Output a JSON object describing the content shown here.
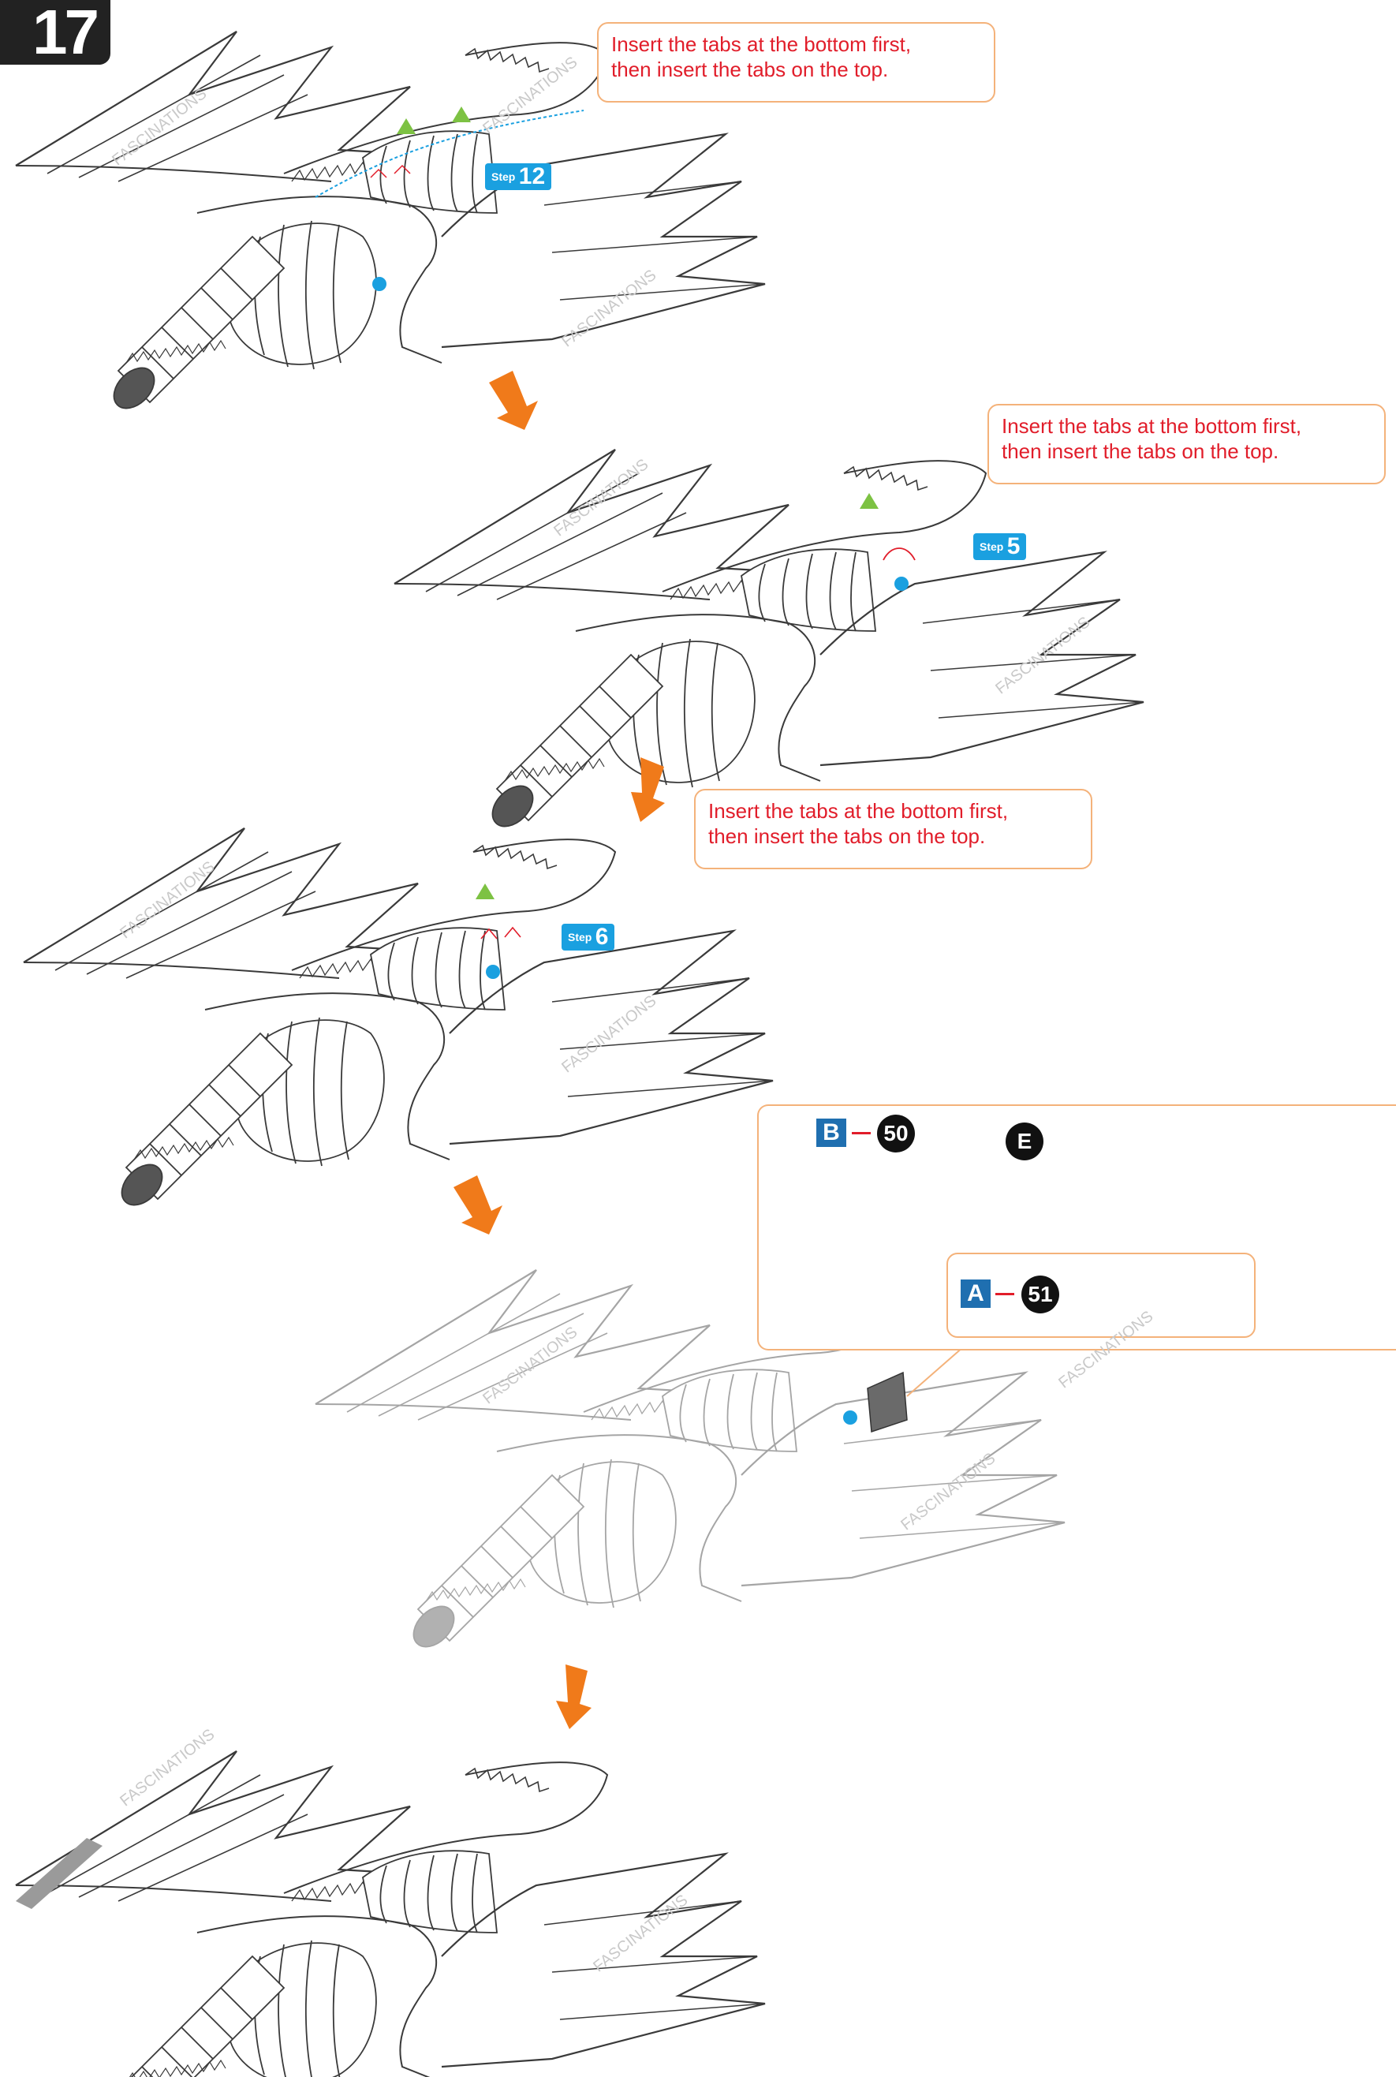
{
  "step_number": "17",
  "instruction_text": {
    "line1": "Insert  the  tabs at the bottom first,",
    "line2": "then insert the tabs on the top."
  },
  "step_refs": [
    {
      "label": "Step",
      "number": "12"
    },
    {
      "label": "Step",
      "number": "5"
    },
    {
      "label": "Step",
      "number": "6"
    }
  ],
  "inset": {
    "sheet_b": "B",
    "part_50": "50",
    "part_e": "E",
    "sheet_a": "A",
    "part_51": "51"
  },
  "watermark": "FASCINATIONS",
  "colors": {
    "accent_orange": "#f07a1a",
    "note_red": "#e11d2a",
    "callout_blue": "#1aa0e0",
    "sheet_blue": "#1f6fb0",
    "line_gray": "#3a3a3a"
  }
}
